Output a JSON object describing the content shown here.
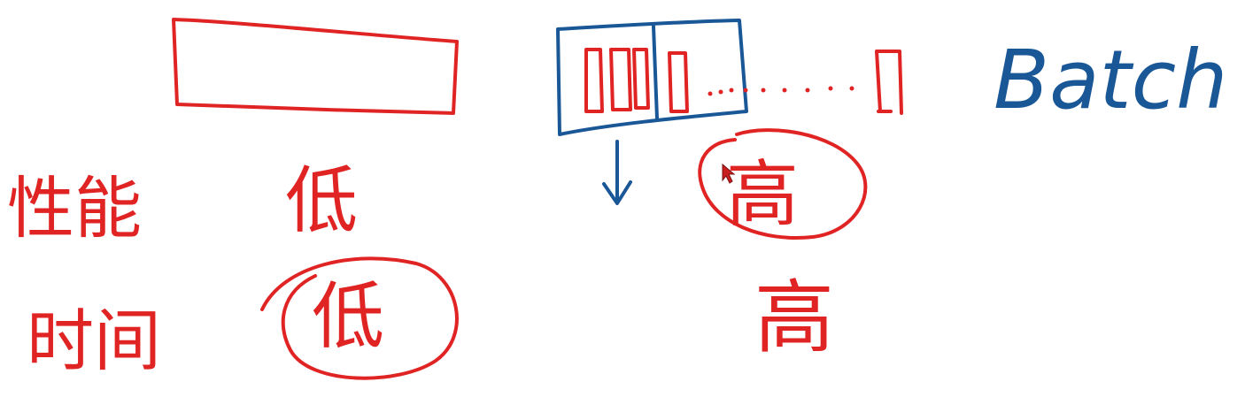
{
  "labels": {
    "batch": "Batch",
    "row_performance": "性能",
    "row_time": "时间",
    "single_performance": "低",
    "single_time": "低",
    "batch_performance": "高",
    "batch_time": "高",
    "ellipsis": "......"
  },
  "colors": {
    "red_ink": "#e02424",
    "blue_ink": "#1a5796",
    "cursor": "#c81e1e",
    "background": "#ffffff"
  },
  "icons": {
    "cursor": "mouse-pointer-icon",
    "arrow": "down-arrow-icon"
  }
}
